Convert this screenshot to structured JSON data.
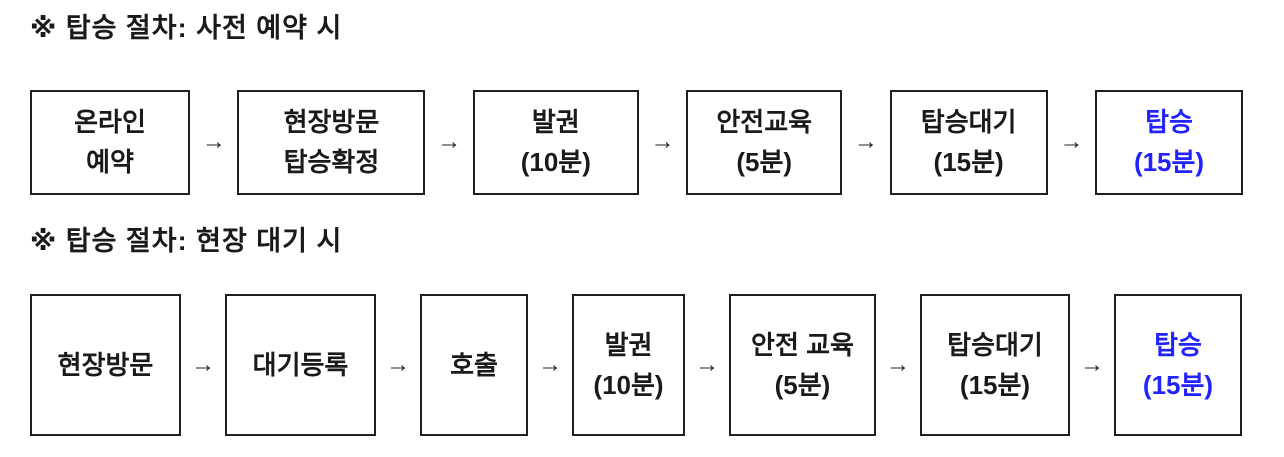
{
  "colors": {
    "text": "#1a1a1a",
    "accent_blue": "#2222ff",
    "box_border": "#1f1f1f"
  },
  "arrow": {
    "glyph": "→"
  },
  "sections": [
    {
      "heading": "※ 탑승 절차: 사전 예약 시",
      "steps": [
        {
          "lines": [
            "온라인",
            "예약"
          ]
        },
        {
          "lines": [
            "현장방문",
            "탑승확정"
          ]
        },
        {
          "lines": [
            "발권",
            "(10분)"
          ]
        },
        {
          "lines": [
            "안전교육",
            "(5분)"
          ]
        },
        {
          "lines": [
            "탑승대기",
            "(15분)"
          ]
        },
        {
          "lines": [
            "탑승",
            "(15분)"
          ],
          "highlight": true
        }
      ]
    },
    {
      "heading": "※ 탑승 절차: 현장 대기 시",
      "steps": [
        {
          "lines": [
            "현장방문"
          ]
        },
        {
          "lines": [
            "대기등록"
          ]
        },
        {
          "lines": [
            "호출"
          ]
        },
        {
          "lines": [
            "발권",
            "(10분)"
          ]
        },
        {
          "lines": [
            "안전 교육",
            "(5분)"
          ]
        },
        {
          "lines": [
            "탑승대기",
            "(15분)"
          ]
        },
        {
          "lines": [
            "탑승",
            "(15분)"
          ],
          "highlight": true
        }
      ]
    }
  ]
}
